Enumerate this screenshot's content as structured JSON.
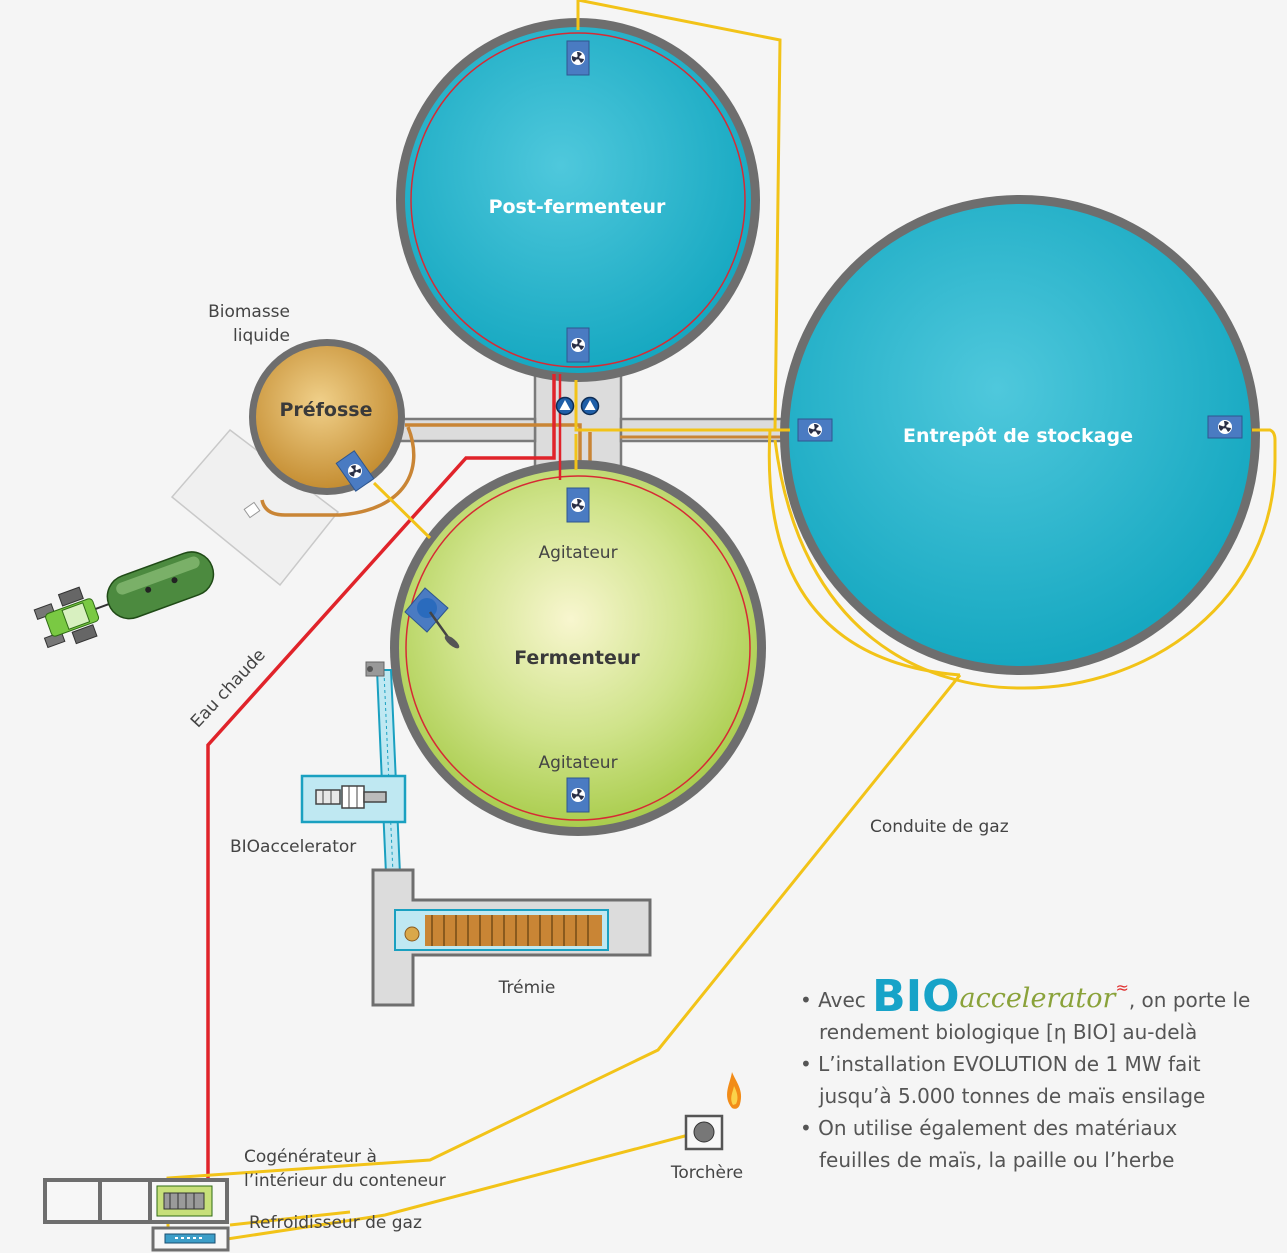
{
  "labels": {
    "post_fermenteur": "Post-fermenteur",
    "entrepot": "Entrepôt de stockage",
    "prefosse": "Préfosse",
    "biomasse_liquide_1": "Biomasse",
    "biomasse_liquide_2": "liquide",
    "fermenteur": "Fermenteur",
    "agitateur_top": "Agitateur",
    "agitateur_bottom": "Agitateur",
    "eau_chaude": "Eau chaude",
    "bioaccelerator": "BIOaccelerator",
    "tremie": "Trémie",
    "conduite_gaz": "Conduite de gaz",
    "cogenerateur_1": "Cogénérateur à",
    "cogenerateur_2": "l’intérieur du conteneur",
    "refroidisseur": "Refroidisseur de gaz",
    "torchere": "Torchère"
  },
  "bullets": {
    "b1_prefix": "• Avec ",
    "b1_logo_big": "BIO",
    "b1_logo_small": "accelerator",
    "b1_rest": ", on porte le",
    "b1_line2": "rendement biologique [η BIO] au-delà",
    "b2_line1": "• L’installation EVOLUTION de 1 MW fait",
    "b2_line2": "jusqu’à 5.000 tonnes de maïs ensilage",
    "b3_line1": "• On utilise également des matériaux",
    "b3_line2": "feuilles de maïs, la paille ou l’herbe"
  },
  "colors": {
    "background": "#f5f5f5",
    "tank_blue": "#1aafc6",
    "tank_green": "#b5d35a",
    "tank_brown": "#c8963a",
    "rim_gray": "#6e6e6e",
    "gas_line": "#f2c318",
    "hot_water": "#e0232a",
    "substrate_pipe": "#c98535",
    "agitator_box": "#4a7bc2"
  },
  "icons": {
    "agitator": "fan-icon",
    "pump": "pump-icon",
    "flare": "flame-icon",
    "tractor": "tractor-icon"
  }
}
